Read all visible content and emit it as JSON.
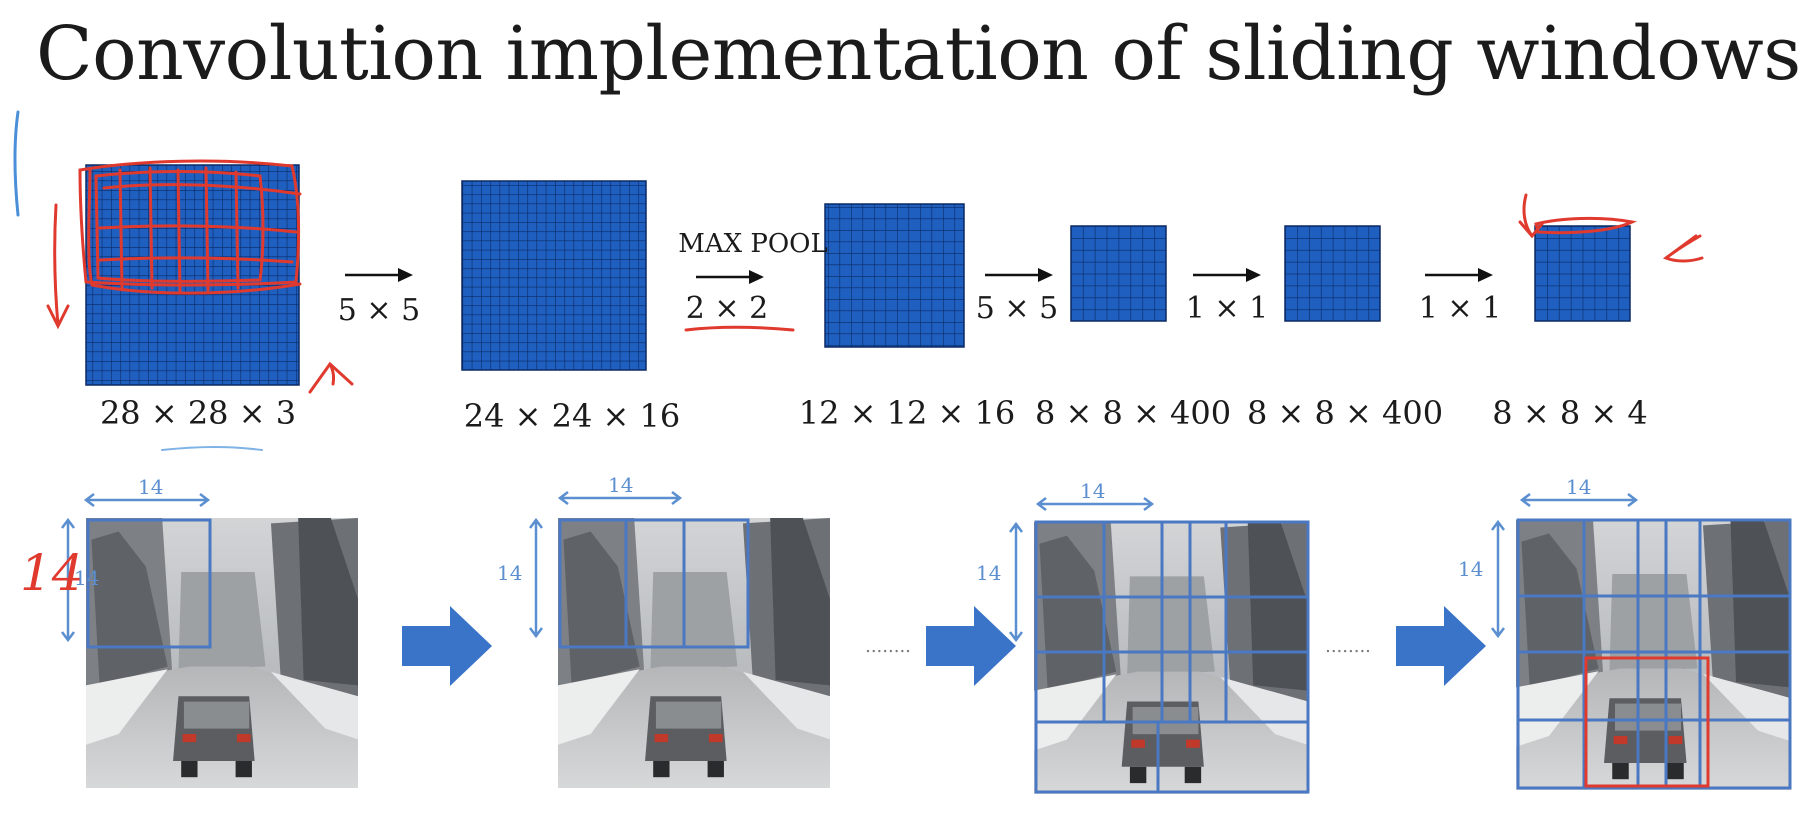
{
  "title": "Convolution implementation of sliding windows",
  "pipeline": {
    "volumes": [
      {
        "label": "28 × 28 × 3",
        "grid": 20
      },
      {
        "label": "24 × 24 × 16",
        "grid": 20
      },
      {
        "label": "12 × 12 × 16",
        "grid": 12
      },
      {
        "label": "8 × 8 × 400",
        "grid": 8
      },
      {
        "label": "8 × 8 × 400",
        "grid": 8
      },
      {
        "label": "8 × 8 × 4",
        "grid": 8
      }
    ],
    "ops": [
      {
        "label": "5 × 5",
        "caption": ""
      },
      {
        "label": "2 × 2",
        "caption": "MAX POOL"
      },
      {
        "label": "5 × 5",
        "caption": ""
      },
      {
        "label": "1 × 1",
        "caption": ""
      },
      {
        "label": "1 × 1",
        "caption": ""
      }
    ],
    "colors": {
      "volume_fill": "#1f5fbf",
      "grid_line": "#0b2a66",
      "arrow": "#111111"
    }
  },
  "windows": {
    "panels": [
      {
        "width_label": "14",
        "height_label": "14",
        "cols": 1,
        "rows": 1
      },
      {
        "width_label": "14",
        "height_label": "14",
        "cols": 3,
        "rows": 1
      },
      {
        "width_label": "14",
        "height_label": "14",
        "cols": 3,
        "rows": 3
      },
      {
        "width_label": "14",
        "height_label": "14",
        "cols": 4,
        "rows": 4
      }
    ],
    "separator": "........",
    "colors": {
      "window": "#4a78c2",
      "arrow": "#3a74c8",
      "dimension": "#5b8fcf"
    }
  },
  "annotations": {
    "handwritten_number": "14",
    "ink_color": "#e03a2f"
  }
}
